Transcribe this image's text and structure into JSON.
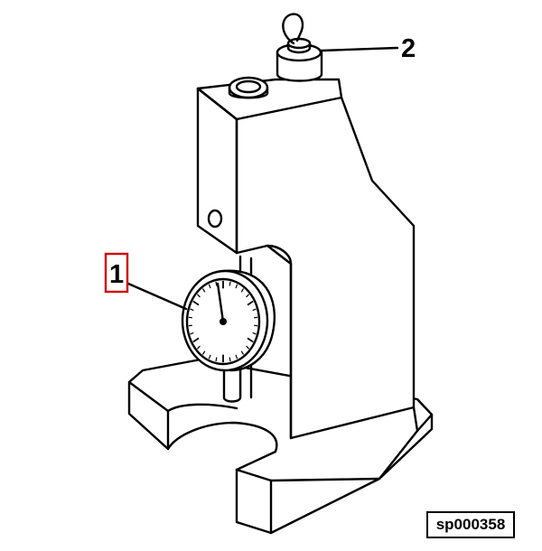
{
  "callouts": [
    {
      "label": "1",
      "highlight_color": "#d40000"
    },
    {
      "label": "2"
    }
  ],
  "reference_code": "sp000358",
  "dial": {
    "tick_count": 30
  }
}
